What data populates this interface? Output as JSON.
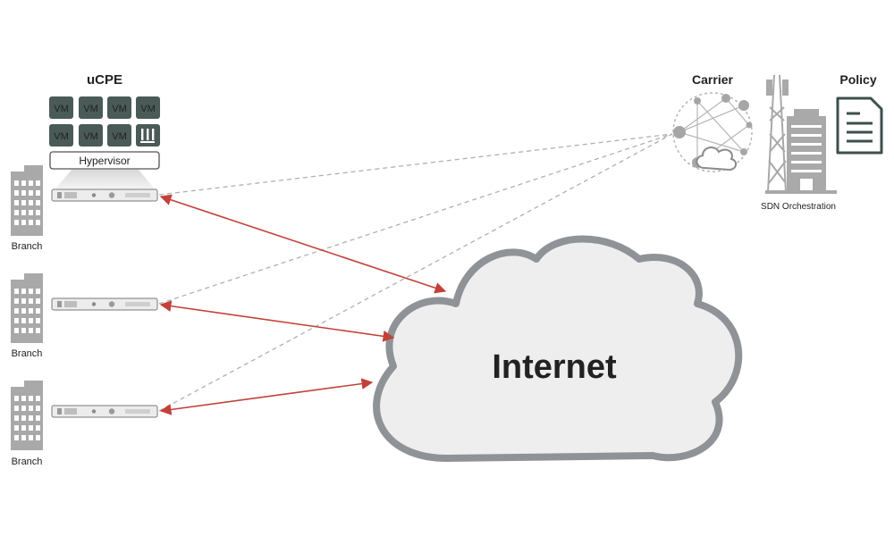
{
  "ucpe": {
    "title": "uCPE",
    "vm_tiles": [
      "VM",
      "VM",
      "VM",
      "VM",
      "VM",
      "VM",
      "VM"
    ],
    "hypervisor_label": "Hypervisor"
  },
  "branches": [
    {
      "label": "Branch"
    },
    {
      "label": "Branch"
    },
    {
      "label": "Branch"
    }
  ],
  "internet": {
    "label": "Internet"
  },
  "carrier": {
    "label": "Carrier"
  },
  "policy": {
    "label": "Policy"
  },
  "orchestration": {
    "label": "SDN Orchestration"
  },
  "colors": {
    "vm_tile": "#4a5a57",
    "building": "#a9a9a9",
    "cloud_fill": "#eeeeee",
    "cloud_stroke": "#8f9397",
    "internet_text": "#26313d",
    "red_link": "#c3413a",
    "dashed_link": "#b0b0b0",
    "policy_icon": "#3e4f4c"
  }
}
